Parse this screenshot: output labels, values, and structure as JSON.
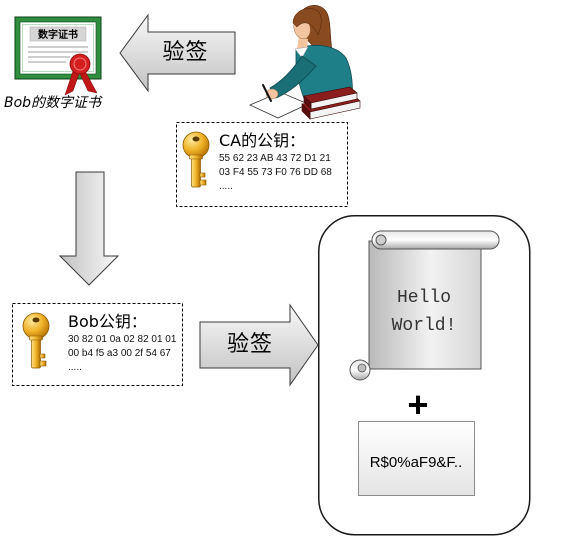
{
  "certificate": {
    "icon": "certificate-icon",
    "banner_text": "数字证书",
    "caption": "Bob的数字证书"
  },
  "arrow_to_certificate": {
    "label": "验签"
  },
  "ca_person": {
    "icon": "person-writing-icon"
  },
  "ca_public_key": {
    "icon": "key-icon",
    "title": "CA的公钥：",
    "hex_lines": [
      "55 62 23 AB 43 72 D1 21",
      "03 F4 55 73 F0 76 DD 68"
    ],
    "ellipsis": "....."
  },
  "bob_public_key": {
    "icon": "key-icon",
    "title": "Bob公钥：",
    "hex_lines": [
      "30 82 01 0a 02 82 01 01",
      "00 b4 f5 a3 00 2f 54 67"
    ],
    "ellipsis": "....."
  },
  "arrow_to_message": {
    "label": "验签"
  },
  "signed_message": {
    "scroll_icon": "scroll-icon",
    "plaintext": "Hello World!",
    "plus": "+",
    "signature": "R$0%aF9&F.."
  },
  "colors": {
    "arrow_light": "#f8f8f8",
    "arrow_dark": "#c2c2c2",
    "certificate_green": "#2f8f3f",
    "seal_red": "#d42020",
    "key_gold": "#f0b429",
    "shirt_teal": "#1f7f88",
    "hair_brown": "#8a4a1f",
    "books_maroon": "#8c1d1d"
  }
}
